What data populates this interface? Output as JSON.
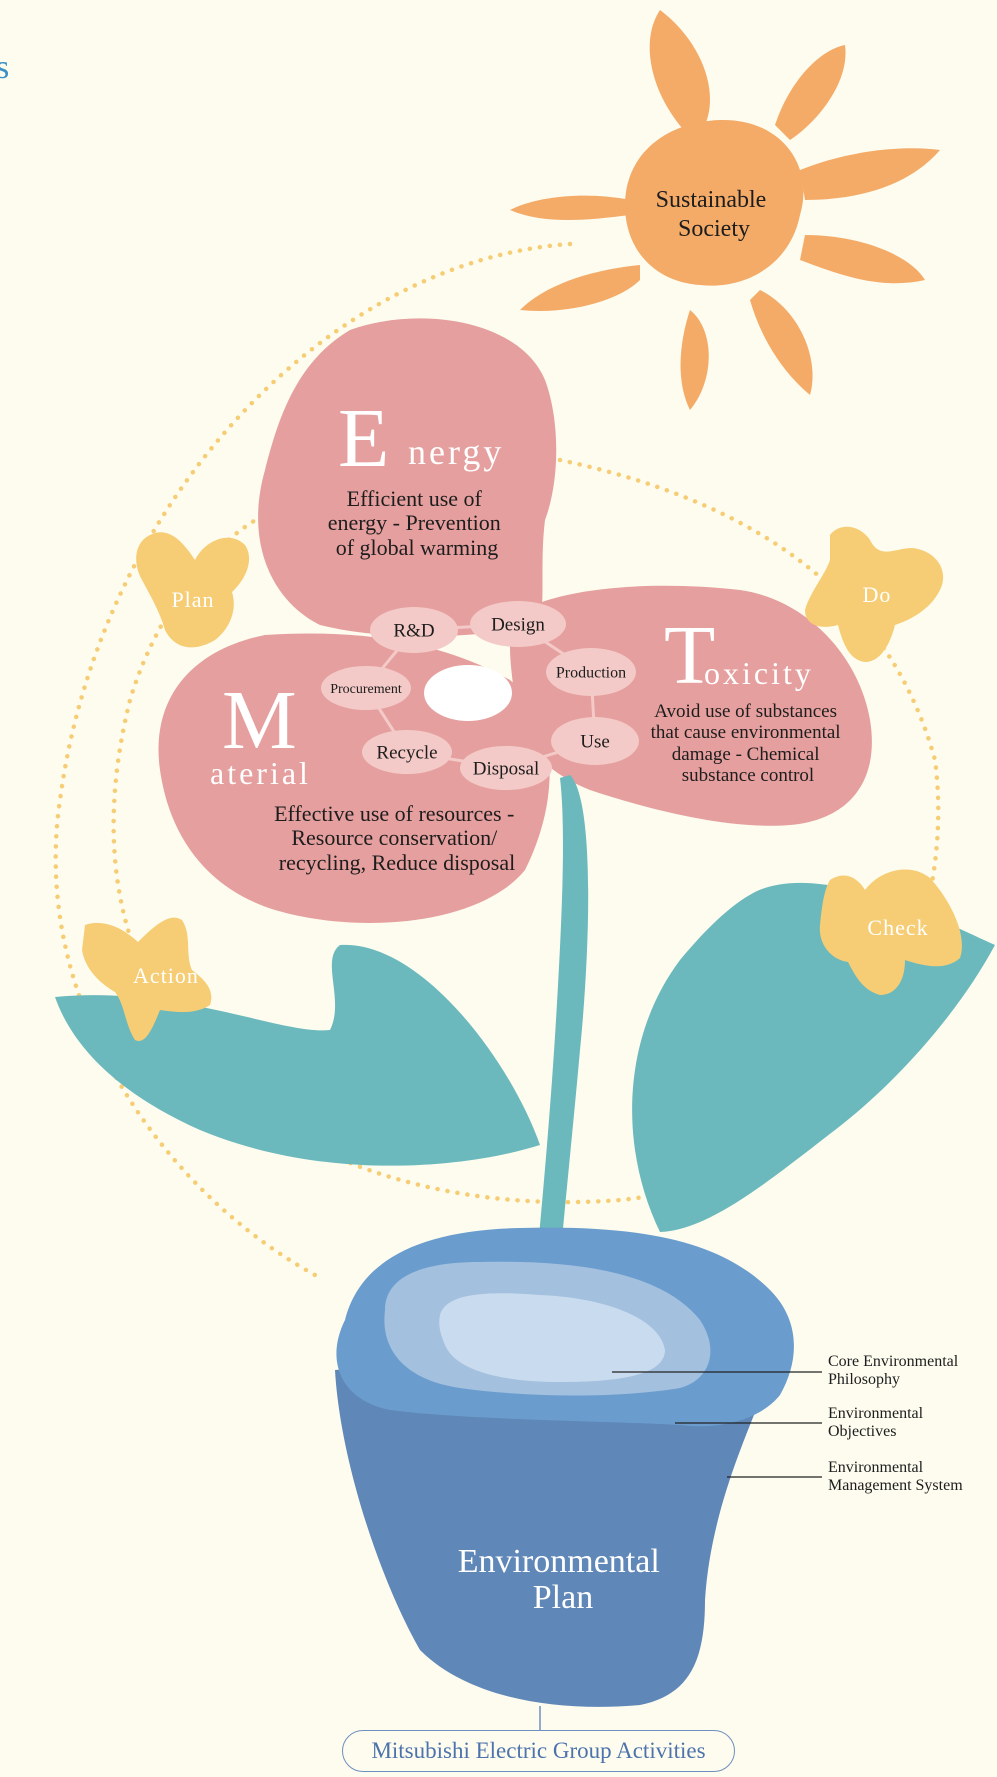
{
  "corner_mark": "s",
  "sun": {
    "label_line1": "Sustainable",
    "label_line2": "Society"
  },
  "petals": {
    "energy": {
      "initial": "E",
      "rest": "nergy",
      "desc": [
        "Efficient use of",
        "energy - Prevention",
        "of global warming"
      ]
    },
    "material": {
      "initial": "M",
      "rest": "aterial",
      "desc": [
        "Effective use of resources -",
        "Resource conservation/",
        "recycling, Reduce disposal"
      ]
    },
    "toxicity": {
      "initial": "T",
      "rest": "oxicity",
      "desc": [
        "Avoid use of substances",
        "that cause environmental",
        "damage - Chemical",
        "substance control"
      ]
    }
  },
  "cycle": [
    "R&D",
    "Design",
    "Production",
    "Use",
    "Disposal",
    "Recycle",
    "Procurement"
  ],
  "pdca": {
    "plan": "Plan",
    "do": "Do",
    "check": "Check",
    "action": "Action"
  },
  "pot": {
    "title_line1": "Environmental",
    "title_line2": "Plan",
    "layers": [
      {
        "line1": "Core Environmental",
        "line2": "Philosophy"
      },
      {
        "line1": "Environmental",
        "line2": "Objectives"
      },
      {
        "line1": "Environmental",
        "line2": "Management System"
      }
    ]
  },
  "footer": "Mitsubishi Electric Group Activities",
  "colors": {
    "background": "#fdfcef",
    "sun": "#f4ab68",
    "petal": "#e59f9e",
    "node": "#f3cac7",
    "leaf": "#6bb9bd",
    "butterfly": "#f6cd74",
    "pot_outer": "#5f87b7",
    "pot_rim": "#6a9dcd",
    "pot_mid": "#a3c0df",
    "pot_inner": "#c9dbee",
    "dots": "#f6cd74"
  }
}
